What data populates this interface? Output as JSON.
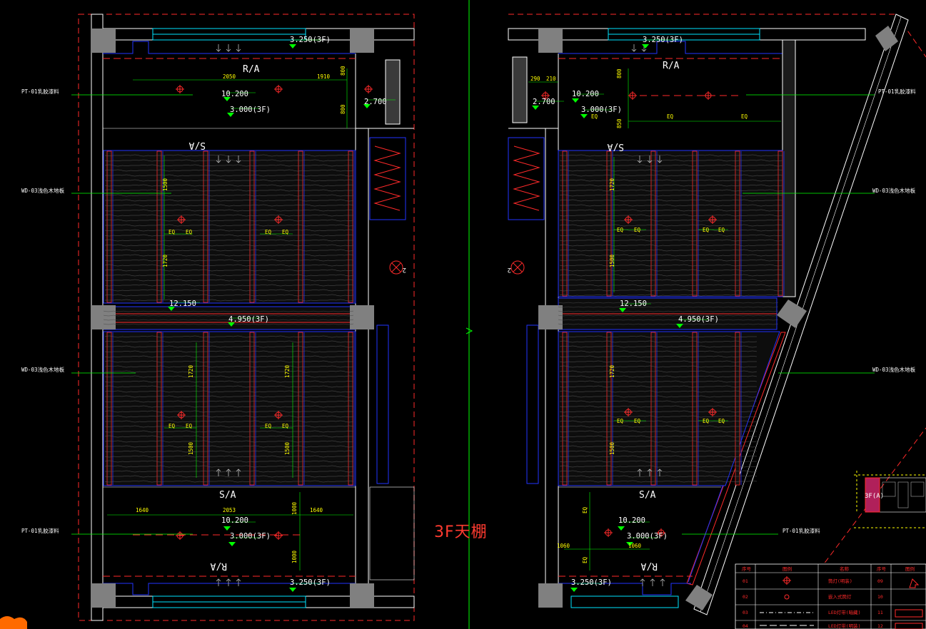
{
  "drawing": {
    "title": "3F天棚",
    "area_labels": {
      "ra_top": "R/A",
      "sa_mid": "S/A",
      "sa_bottom": "S/A",
      "ra_bottom": "R/A"
    },
    "levels": {
      "top_outer": "3.250(3F)",
      "top_ceiling": "3.000(3F)",
      "mid_beam": "4.950(3F)",
      "bottom_ceiling": "3.000(3F)",
      "bottom_outer": "3.250(3F)",
      "elev_a": "10.200",
      "elev_b": "12.150",
      "elev_c": "2.700",
      "elev_d": "10.200"
    },
    "dims": {
      "d2050": "2050",
      "d1910": "1910",
      "d800": "800",
      "d1500": "1500",
      "d1720": "1720",
      "d1640": "1640",
      "d2053": "2053",
      "d1000": "1000",
      "d290": "290",
      "d210": "210",
      "d850": "850",
      "d1060": "1060",
      "eq": "EQ",
      "grid_mark": "2"
    },
    "material_tags": {
      "pt01": "PT-01乳胶漆料",
      "pt01_r": "PT-01乳胶漆料",
      "wd03": "WD-03浅色木地板",
      "wd03_r": "WD-03浅色木地板"
    },
    "legend": {
      "header": [
        "序号",
        "图例",
        "名称",
        "序号",
        "图例"
      ],
      "rows": [
        [
          "01",
          "",
          "筒灯(明装)",
          "09",
          ""
        ],
        [
          "02",
          "",
          "嵌入式筒灯",
          "10",
          ""
        ],
        [
          "03",
          "",
          "LED灯带(暗藏)",
          "11",
          ""
        ],
        [
          "04",
          "",
          "LED灯带(明装)",
          "12",
          ""
        ]
      ]
    },
    "key_plan": {
      "tag": "3F(A)"
    }
  },
  "colors": {
    "background": "#000000",
    "wall": "#ffffff",
    "pillar": "#808080",
    "wood_strip": "#1a1a1a",
    "red": "#ff2a2a",
    "blue": "#2233ff",
    "cyan": "#00e5ff",
    "yellow": "#ffff00",
    "green": "#00ff00"
  }
}
